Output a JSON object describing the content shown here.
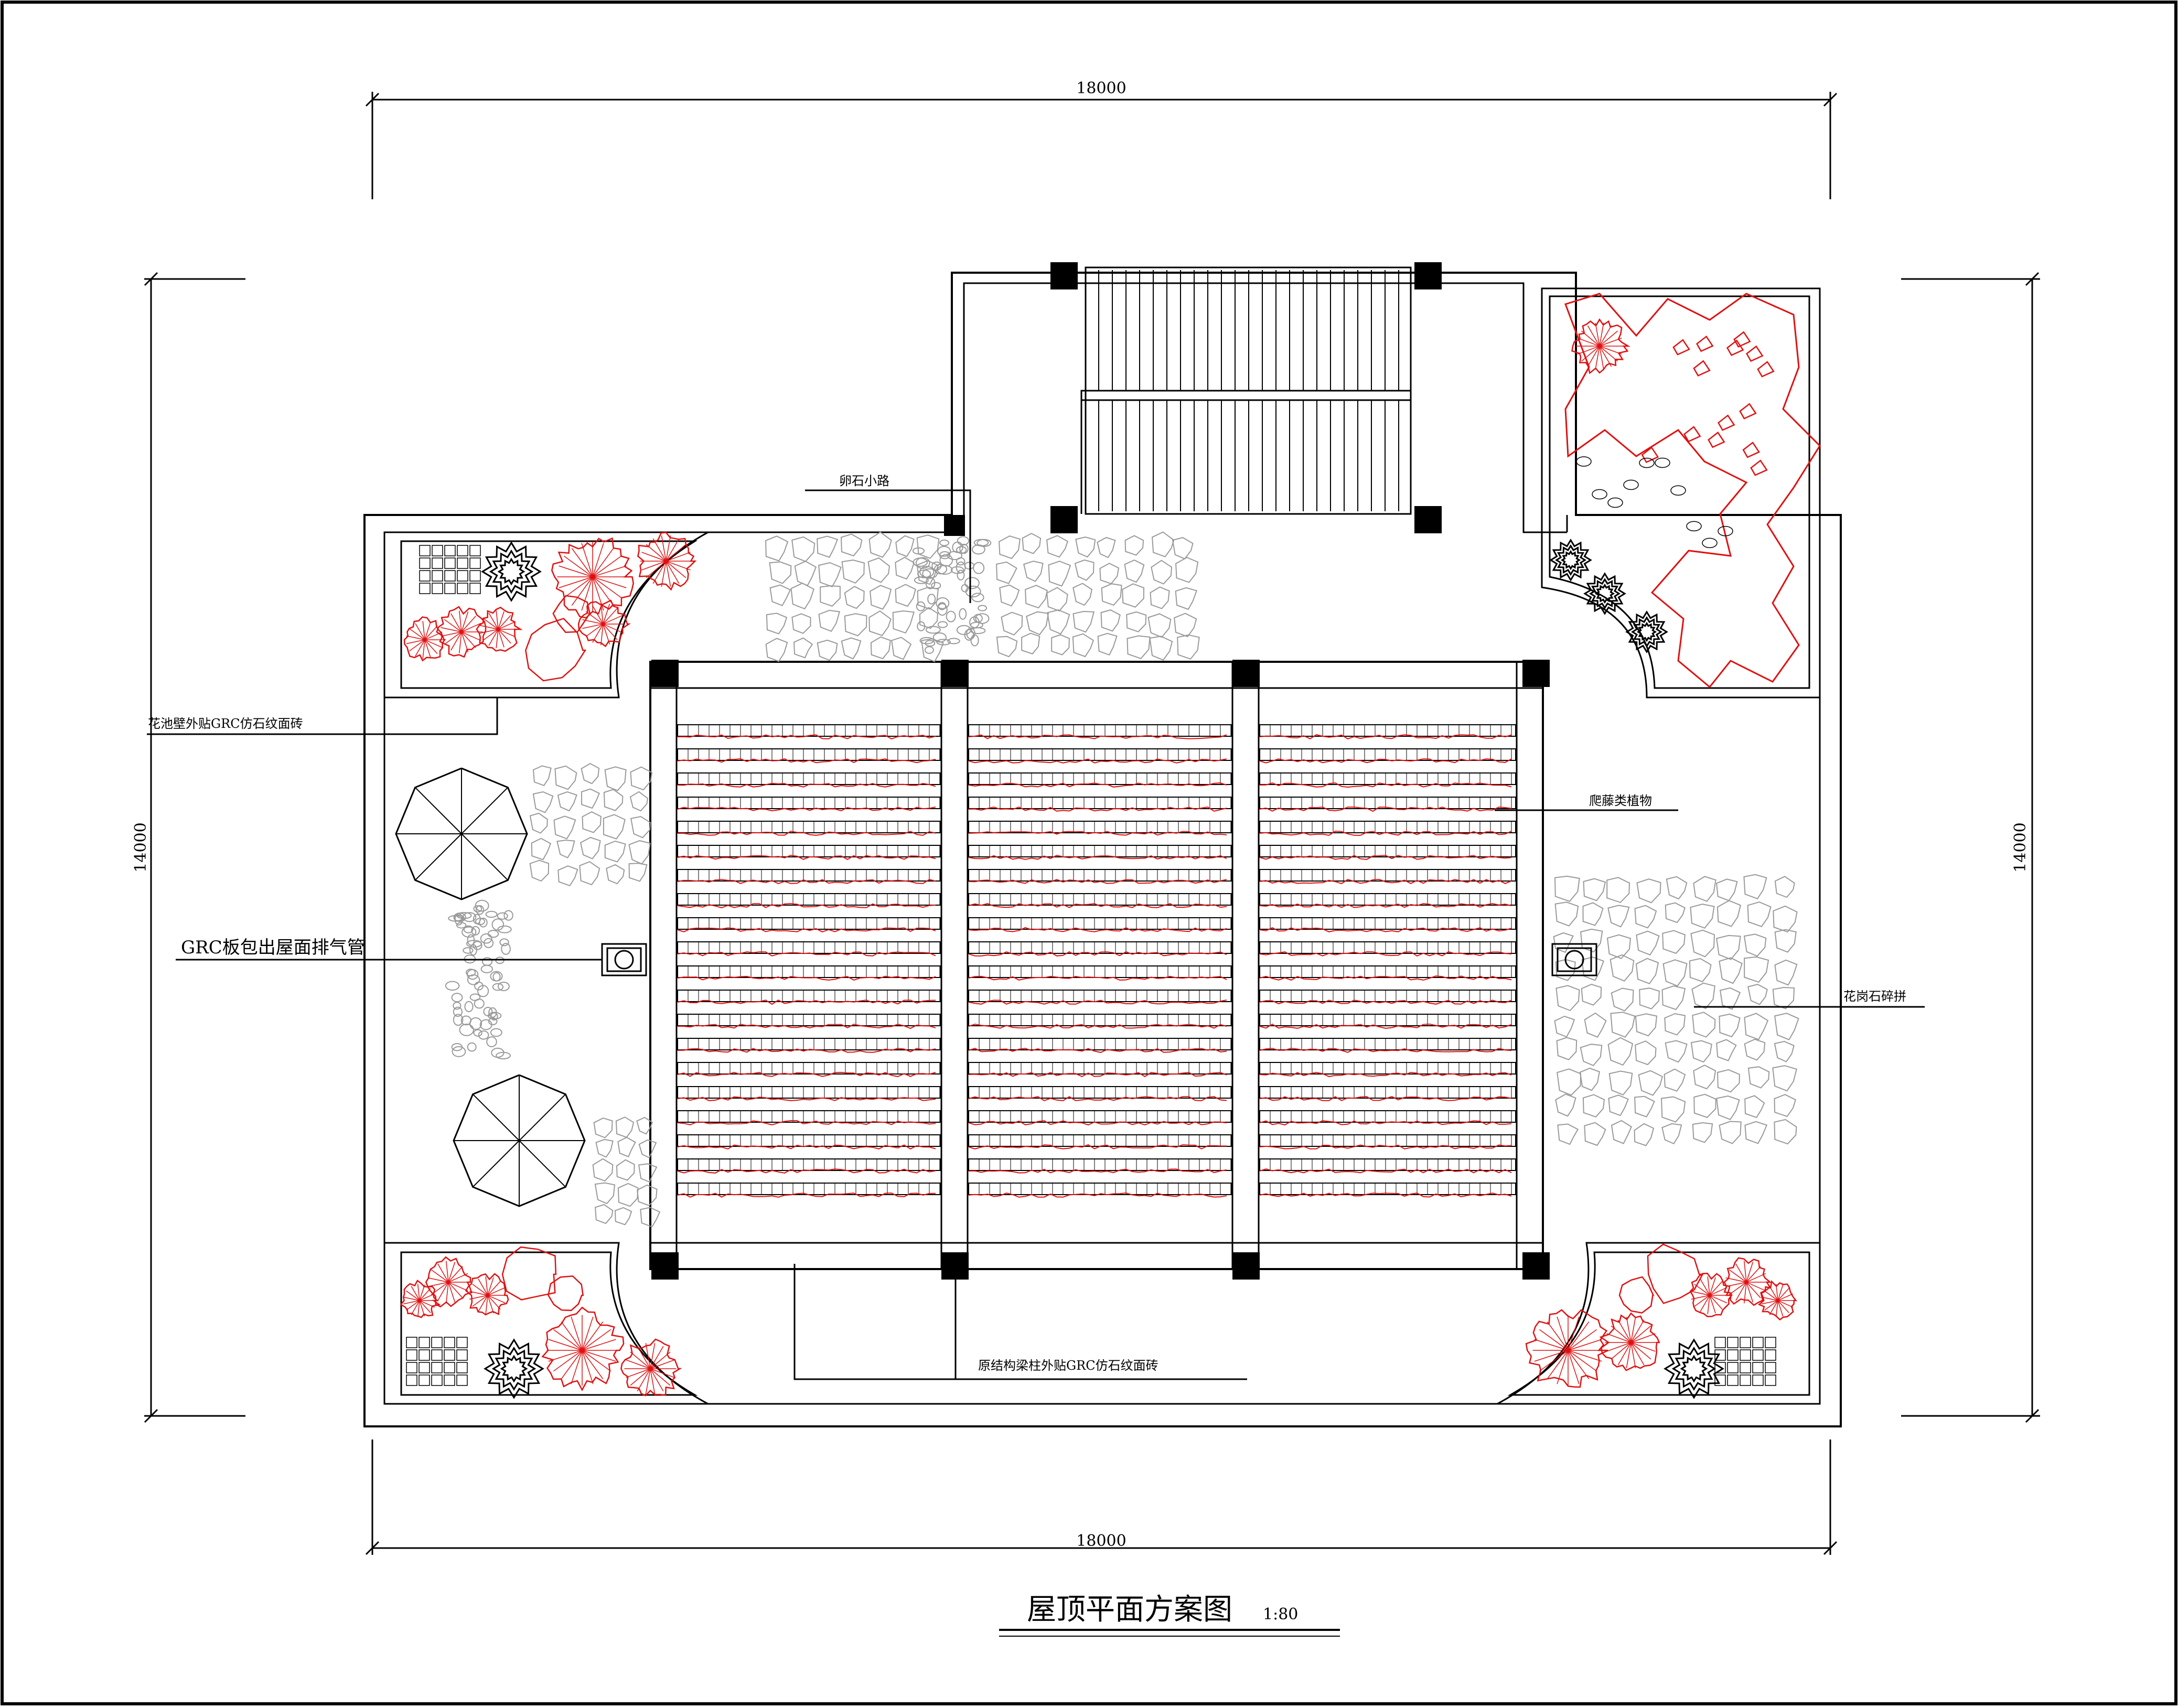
{
  "drawing": {
    "title": "屋顶平面方案图",
    "scale": "1:80"
  },
  "dimensions": {
    "top": "18000",
    "bottom": "18000",
    "left": "14000",
    "right": "14000"
  },
  "annotations": {
    "pebble_path": "卵石小路",
    "planter_wall": "花池壁外贴GRC仿石纹面砖",
    "climbing_plants": "爬藤类植物",
    "vent_pipe": "GRC板包出屋面排气管",
    "granite_paving": "花岗石碎拼",
    "beam_column_finish": "原结构梁柱外贴GRC仿石纹面砖"
  },
  "colors": {
    "line": "#000000",
    "plant_red": "#e01010",
    "paving_grey": "#9a9a9a"
  }
}
